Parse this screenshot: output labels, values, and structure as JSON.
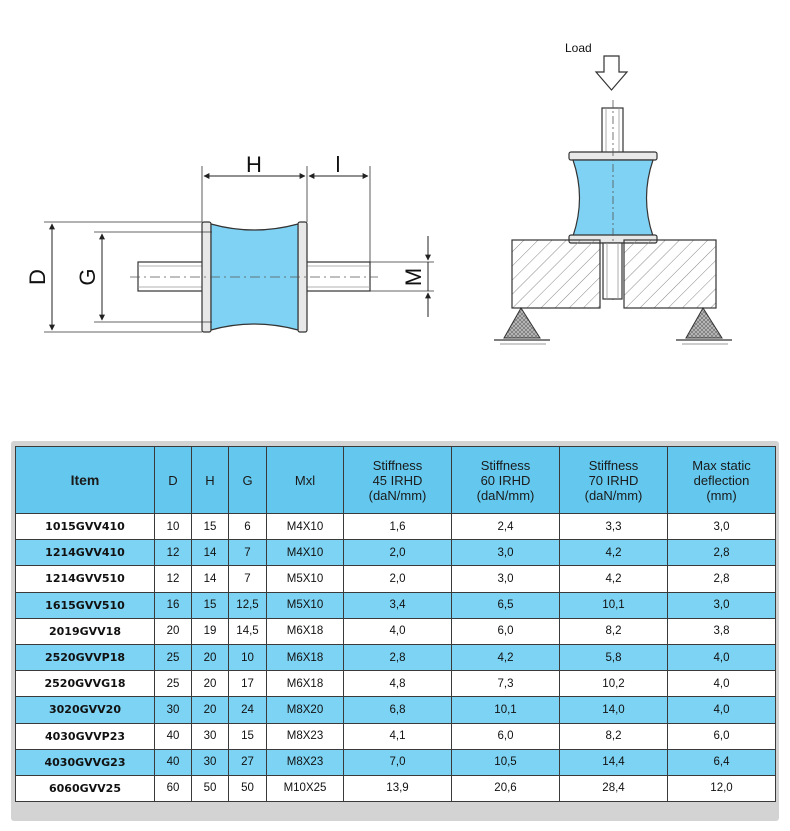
{
  "diagram": {
    "dim_labels": {
      "d": "D",
      "g": "G",
      "h": "H",
      "l": "l",
      "m": "M"
    },
    "load_label": "Load"
  },
  "table": {
    "headers": {
      "item": "Item",
      "d": "D",
      "h": "H",
      "g": "G",
      "mxl": "Mxl",
      "stiff45": [
        "Stiffness",
        "45 IRHD",
        "(daN/mm)"
      ],
      "stiff60": [
        "Stiffness",
        "60 IRHD",
        "(daN/mm)"
      ],
      "stiff70": [
        "Stiffness",
        "70 IRHD",
        "(daN/mm)"
      ],
      "maxdef": [
        "Max static",
        "deflection",
        "(mm)"
      ]
    },
    "rows": [
      [
        "1015GVV410",
        "10",
        "15",
        "6",
        "M4X10",
        "1,6",
        "2,4",
        "3,3",
        "3,0"
      ],
      [
        "1214GVV410",
        "12",
        "14",
        "7",
        "M4X10",
        "2,0",
        "3,0",
        "4,2",
        "2,8"
      ],
      [
        "1214GVV510",
        "12",
        "14",
        "7",
        "M5X10",
        "2,0",
        "3,0",
        "4,2",
        "2,8"
      ],
      [
        "1615GVV510",
        "16",
        "15",
        "12,5",
        "M5X10",
        "3,4",
        "6,5",
        "10,1",
        "3,0"
      ],
      [
        "2019GVV18",
        "20",
        "19",
        "14,5",
        "M6X18",
        "4,0",
        "6,0",
        "8,2",
        "3,8"
      ],
      [
        "2520GVVP18",
        "25",
        "20",
        "10",
        "M6X18",
        "2,8",
        "4,2",
        "5,8",
        "4,0"
      ],
      [
        "2520GVVG18",
        "25",
        "20",
        "17",
        "M6X18",
        "4,8",
        "7,3",
        "10,2",
        "4,0"
      ],
      [
        "3020GVV20",
        "30",
        "20",
        "24",
        "M8X20",
        "6,8",
        "10,1",
        "14,0",
        "4,0"
      ],
      [
        "4030GVVP23",
        "40",
        "30",
        "15",
        "M8X23",
        "4,1",
        "6,0",
        "8,2",
        "6,0"
      ],
      [
        "4030GVVG23",
        "40",
        "30",
        "27",
        "M8X23",
        "7,0",
        "10,5",
        "14,4",
        "6,4"
      ],
      [
        "6060GVV25",
        "60",
        "50",
        "50",
        "M10X25",
        "13,9",
        "20,6",
        "28,4",
        "12,0"
      ]
    ]
  },
  "colors": {
    "rubber": "#7fd2f4",
    "header_bg": "#64c8ee",
    "row_alt": "#7dd3f3",
    "frame": "#d3d3d3"
  }
}
